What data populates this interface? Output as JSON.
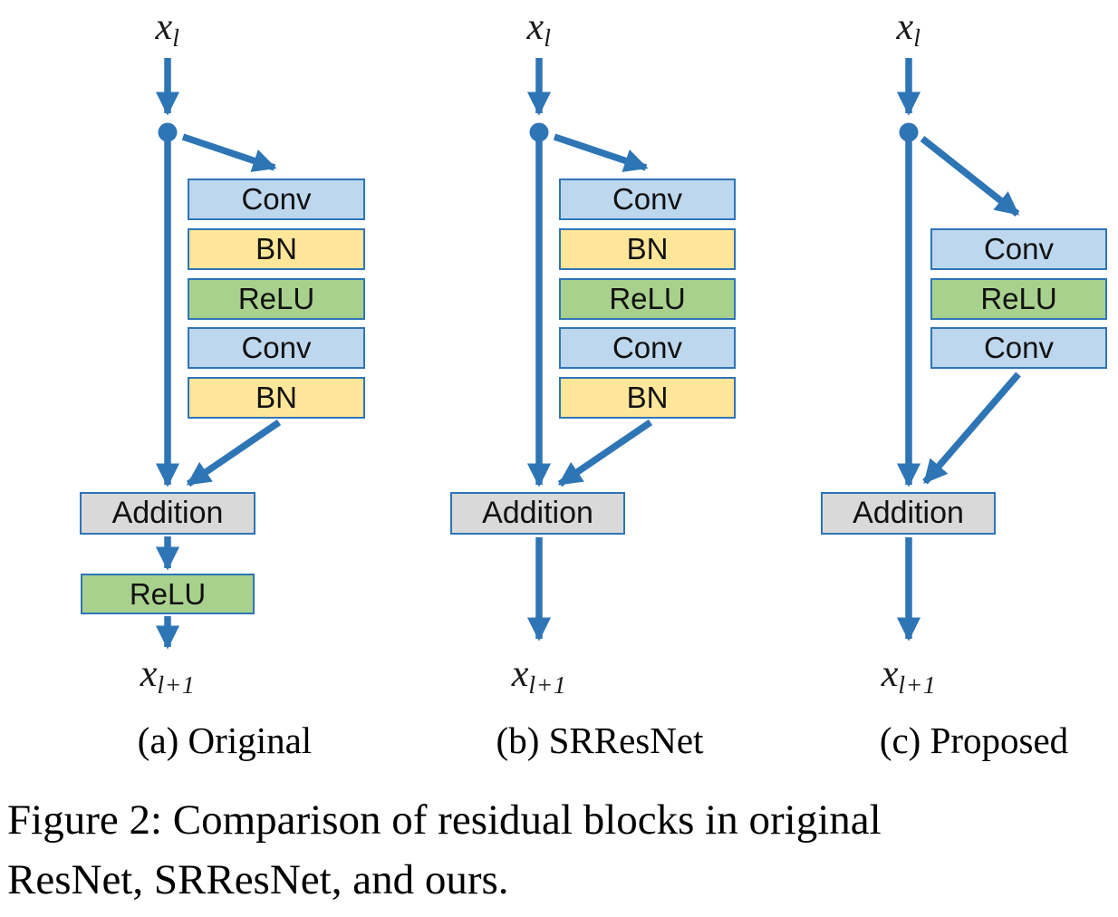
{
  "colors": {
    "background": "#FFFFFF",
    "arrow": "#2E75B6",
    "border": "#2E75B6",
    "conv_fill": "#BDD7EE",
    "bn_fill": "#FFE699",
    "relu_fill": "#A9D18E",
    "addition_fill": "#D9D9D9"
  },
  "figure_caption": {
    "line1": "Figure 2: Comparison of residual blocks in original",
    "line2": "ResNet, SRResNet, and ours."
  },
  "columns": [
    {
      "caption": "(a) Original",
      "input": {
        "base": "x",
        "sub": "l"
      },
      "output": {
        "base": "x",
        "sub": "l+1"
      },
      "blocks": [
        {
          "label": "Conv",
          "type": "conv"
        },
        {
          "label": "BN",
          "type": "bn"
        },
        {
          "label": "ReLU",
          "type": "relu"
        },
        {
          "label": "Conv",
          "type": "conv"
        },
        {
          "label": "BN",
          "type": "bn"
        }
      ],
      "addition": {
        "label": "Addition",
        "type": "addition"
      },
      "post_block": {
        "label": "ReLU",
        "type": "relu"
      }
    },
    {
      "caption": "(b) SRResNet",
      "input": {
        "base": "x",
        "sub": "l"
      },
      "output": {
        "base": "x",
        "sub": "l+1"
      },
      "blocks": [
        {
          "label": "Conv",
          "type": "conv"
        },
        {
          "label": "BN",
          "type": "bn"
        },
        {
          "label": "ReLU",
          "type": "relu"
        },
        {
          "label": "Conv",
          "type": "conv"
        },
        {
          "label": "BN",
          "type": "bn"
        }
      ],
      "addition": {
        "label": "Addition",
        "type": "addition"
      }
    },
    {
      "caption": "(c) Proposed",
      "input": {
        "base": "x",
        "sub": "l"
      },
      "output": {
        "base": "x",
        "sub": "l+1"
      },
      "blocks": [
        {
          "label": "Conv",
          "type": "conv"
        },
        {
          "label": "ReLU",
          "type": "relu"
        },
        {
          "label": "Conv",
          "type": "conv"
        }
      ],
      "addition": {
        "label": "Addition",
        "type": "addition"
      }
    }
  ]
}
